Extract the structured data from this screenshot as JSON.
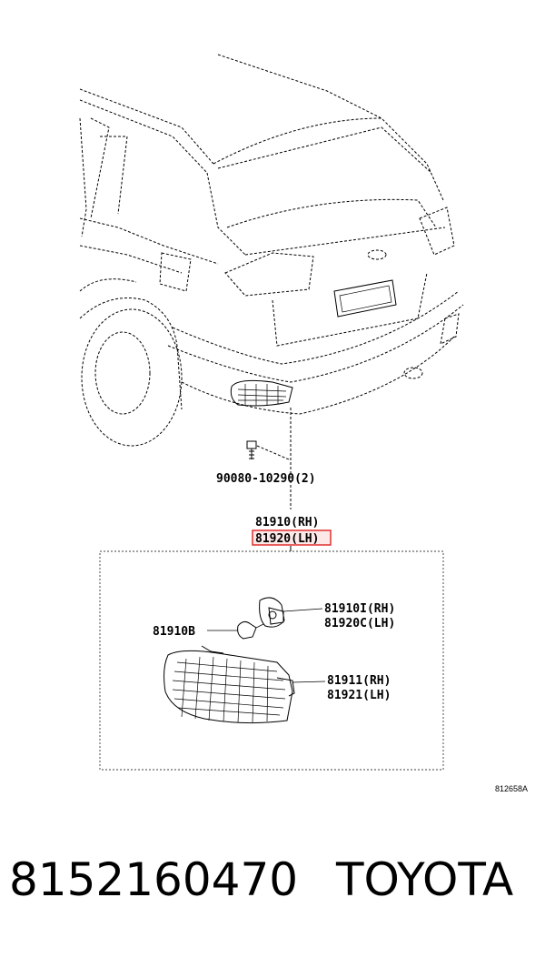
{
  "callouts": {
    "bolt": "90080-10290(2)",
    "assembly_rh": "81910(RH)",
    "assembly_lh": "81920(LH)",
    "socket_rh": "81910I(RH)",
    "socket_lh": "81920C(LH)",
    "bulb": "81910B",
    "lens_rh": "81911(RH)",
    "lens_lh": "81921(LH)"
  },
  "diagram_ref": "812658A",
  "footer": {
    "part_number": "8152160470",
    "brand": "TOYOTA"
  },
  "colors": {
    "highlight": "#e03030"
  }
}
